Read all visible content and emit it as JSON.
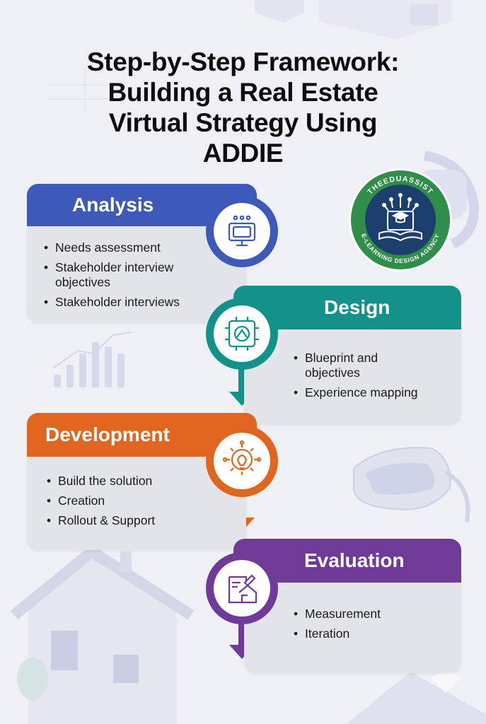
{
  "title": {
    "lines": [
      "Step-by-Step Framework:",
      "Building a Real Estate",
      "Virtual Strategy Using",
      "ADDIE"
    ]
  },
  "logo": {
    "top_text": "THEEDUASSIST",
    "bottom_text": "E-LEARNING DESIGN AGENCY",
    "icon": "graduation-cap-monitor-book-icon",
    "colors": {
      "ring": "#2f8f4a",
      "inner": "#1d3f6e"
    }
  },
  "phases": [
    {
      "title": "Analysis",
      "color": "#3e5ab8",
      "icon": "monitor-icon",
      "items": [
        "Needs assessment",
        "Stakeholder interview objectives",
        "Stakeholder interviews"
      ]
    },
    {
      "title": "Design",
      "color": "#13928a",
      "icon": "blueprint-icon",
      "items": [
        "Blueprint and objectives",
        "Experience mapping"
      ]
    },
    {
      "title": "Development",
      "color": "#e0661f",
      "icon": "gear-bulb-icon",
      "items": [
        "Build the solution",
        "Creation",
        "Rollout & Support"
      ]
    },
    {
      "title": "Evaluation",
      "color": "#6f3a98",
      "icon": "house-plan-icon",
      "items": [
        "Measurement",
        "Iteration"
      ]
    }
  ]
}
